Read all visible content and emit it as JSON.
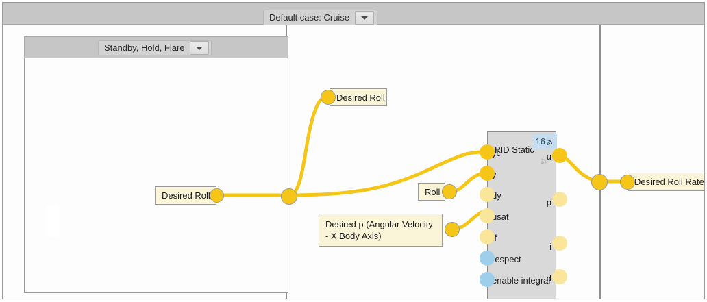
{
  "window": {
    "toolbar": {
      "case_selector": {
        "label": "Default case: Cruise",
        "dropdown_icon": "chevron-down-icon"
      }
    }
  },
  "canvas": {
    "sub_panel": {
      "selector": {
        "label": "Standby, Hold, Flare",
        "dropdown_icon": "chevron-down-icon"
      }
    },
    "notes": [
      {
        "id": "desired-roll-left",
        "text": "Desired Roll"
      },
      {
        "id": "desired-roll-upper",
        "text": "Desired Roll"
      },
      {
        "id": "roll",
        "text": "Roll"
      },
      {
        "id": "desired-p",
        "text": "Desired p (Angular Velocity - X Body Axis)"
      },
      {
        "id": "desired-roll-rate",
        "text": "Desired Roll Rate"
      }
    ],
    "pid_block": {
      "title": "PID Static",
      "badge": {
        "value": "16",
        "icon": "signal-icon"
      },
      "secondary_icon": "signal-icon",
      "inputs": [
        {
          "name": "yc",
          "state": "connected"
        },
        {
          "name": "y",
          "state": "connected"
        },
        {
          "name": "dy",
          "state": "unconnected"
        },
        {
          "name": "usat",
          "state": "connected"
        },
        {
          "name": "ff",
          "state": "unconnected"
        },
        {
          "name": "respect",
          "state": "boolean"
        },
        {
          "name": "enable integral",
          "state": "boolean"
        }
      ],
      "outputs": [
        {
          "name": "u",
          "state": "connected"
        },
        {
          "name": "p",
          "state": "unconnected"
        },
        {
          "name": "i",
          "state": "unconnected"
        },
        {
          "name": "d",
          "state": "unconnected"
        }
      ]
    }
  },
  "colors": {
    "wire": "#f5c518",
    "port_connected": "#f5c518",
    "port_unconnected": "#fae69a",
    "port_boolean": "#9dcfeb",
    "note_fill": "#faf4d9",
    "note_border": "#999999",
    "block_fill": "#d9d9d9",
    "toolbar_fill": "#c6c6c6",
    "badge_fill": "#c6ddf0"
  }
}
